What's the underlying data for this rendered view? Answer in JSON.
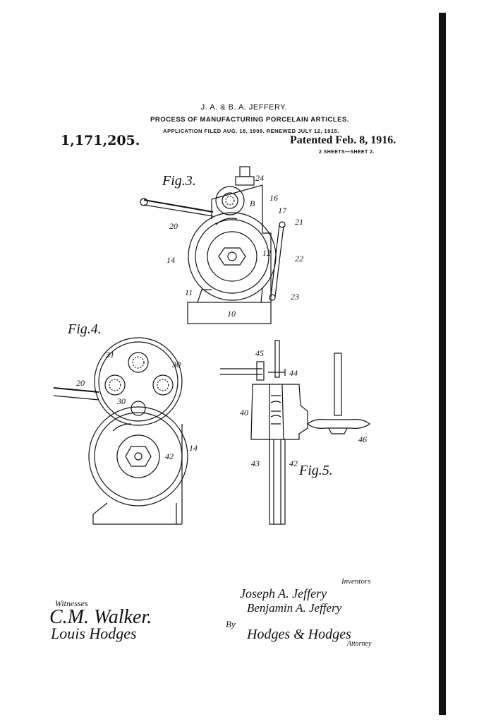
{
  "header": {
    "names": "J. A. & B. A. JEFFERY.",
    "title": "PROCESS OF MANUFACTURING PORCELAIN ARTICLES.",
    "application": "APPLICATION FILED AUG. 18, 1909. RENEWED JULY 12, 1915.",
    "patent_number": "1,171,205.",
    "patented": "Patented Feb. 8, 1916.",
    "sheets": "2 SHEETS—SHEET 2."
  },
  "figures": {
    "fig3": {
      "title": "Fig.3.",
      "labels": [
        "24",
        "16",
        "B",
        "17",
        "21",
        "20",
        "12",
        "14",
        "22",
        "11",
        "23",
        "10"
      ]
    },
    "fig4": {
      "title": "Fig.4.",
      "labels": [
        "31",
        "30",
        "20",
        "30",
        "42",
        "14"
      ]
    },
    "fig5": {
      "title": "Fig.5.",
      "labels": [
        "45",
        "44",
        "40",
        "43",
        "42",
        "46"
      ]
    }
  },
  "signatures": {
    "witnesses_label": "Witnesses",
    "witness_1": "C.M. Walker.",
    "witness_2": "Louis Hodges",
    "inventors_label": "Inventors",
    "inventor_1": "Joseph A. Jeffery",
    "inventor_2": "Benjamin A. Jeffery",
    "by_label": "By",
    "attorney": "Hodges & Hodges",
    "attorney_label": "Attorney"
  }
}
